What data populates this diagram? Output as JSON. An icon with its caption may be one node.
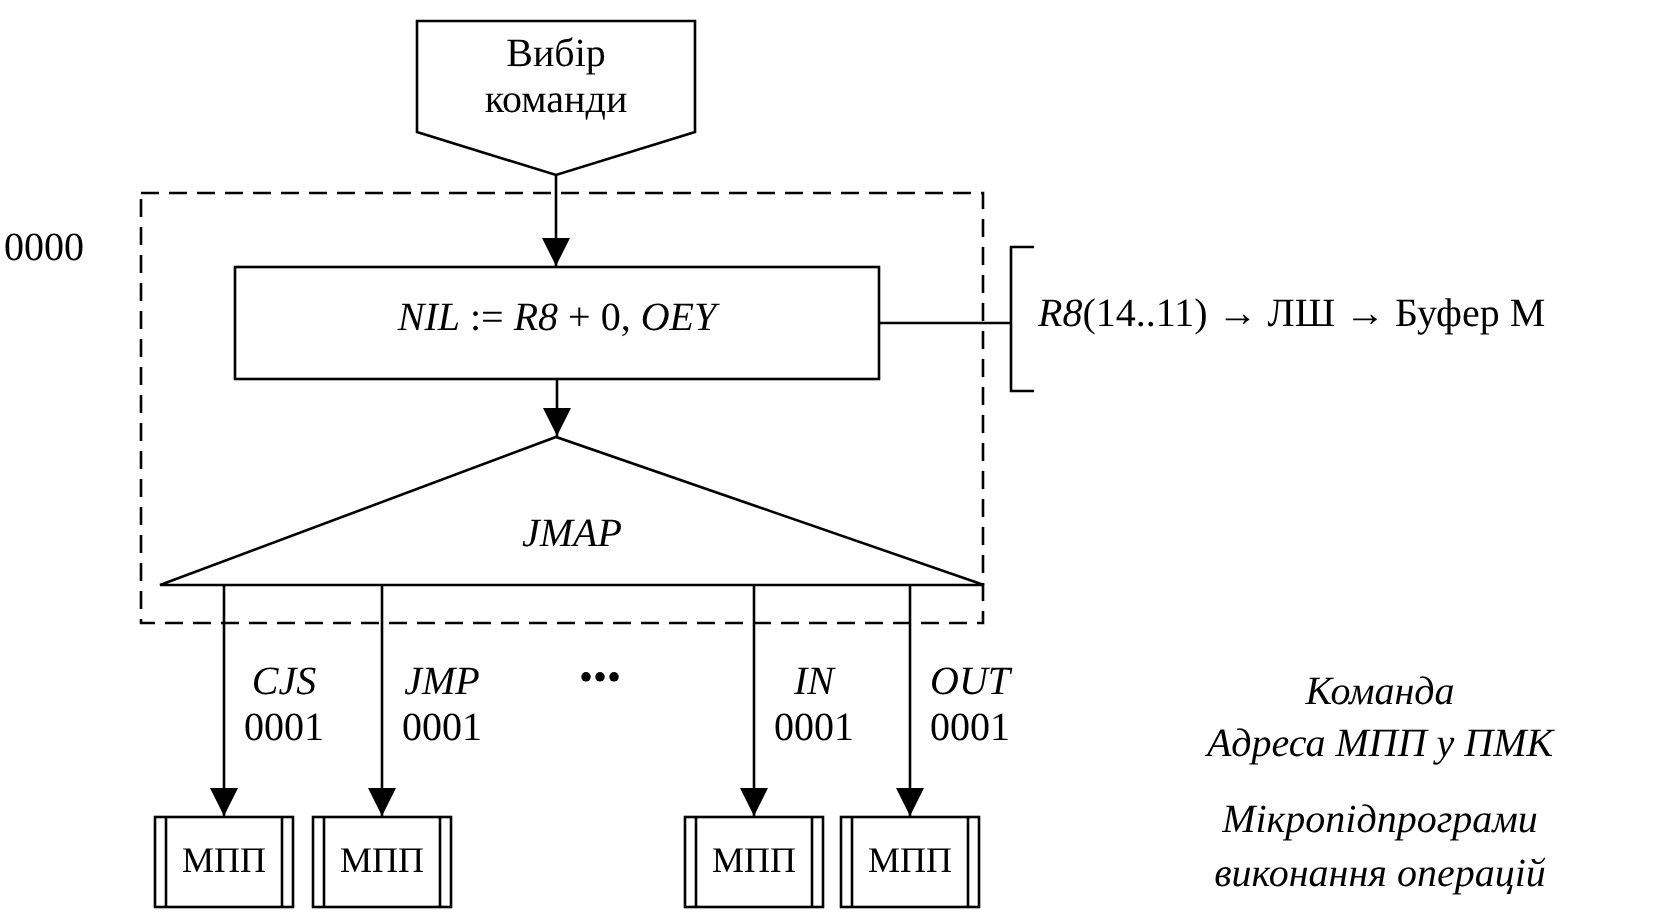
{
  "diagram": {
    "nodes": [
      {
        "text": [
          "Вибір команди"
        ]
      },
      {
        "text": [],
        "shape": "box",
        "beside": [
          "0000"
        ]
      },
      {
        "text": [
          "*NIL* := *R8* + 0, *OEY*"
        ],
        "in": 1
      },
      {
        "text": [
          "*R8*(14..11) → ЛШ → Буфер М"
        ]
      },
      {
        "text": [
          "JMAP"
        ],
        "in": 1
      },
      {
        "text": [
          "МПП"
        ]
      },
      {
        "text": [
          "МПП"
        ]
      },
      {
        "text": [
          "МПП"
        ]
      },
      {
        "text": [
          "МПП"
        ]
      }
    ],
    "edges": [
      {
        "from": 0,
        "to": 2,
        "arrow": "to"
      },
      {
        "from": 2,
        "to": 4,
        "arrow": "to"
      },
      {
        "from": 2,
        "to": 3,
        "arrow": "none"
      },
      {
        "from": 4,
        "to": 5,
        "arrow": "to",
        "label": "*CJS* 0001"
      },
      {
        "from": 4,
        "to": 6,
        "arrow": "to",
        "label": "*JMP* 0001"
      },
      {
        "from": 4,
        "to": 7,
        "arrow": "to",
        "label": "*IN* 0001"
      },
      {
        "from": 4,
        "to": 8,
        "arrow": "to",
        "label": "*OUT* 0001"
      }
    ],
    "labels": [
      "•••",
      "Команда",
      "Адреса МПП у ПМК",
      "Мікропідпрограми виконання операцій"
    ]
  }
}
